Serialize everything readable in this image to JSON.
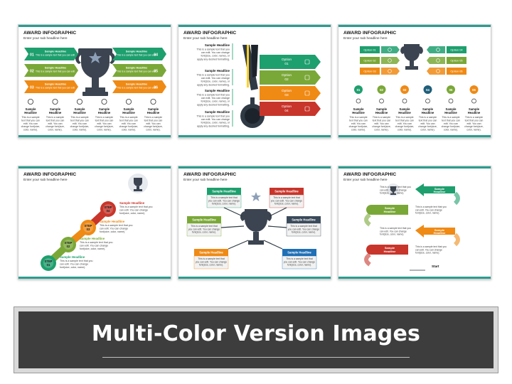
{
  "slides": [
    {
      "title": "AWARD INFOGRAPHIC",
      "subtitle": "Enter your sub headline here",
      "options": [
        {
          "num": "01",
          "color": "#1e9f6e",
          "headline": "Sample Headline",
          "text": "This is a sample text that you can edit."
        },
        {
          "num": "02",
          "color": "#7aa838",
          "headline": "Sample Headline",
          "text": "This is a sample text that you can edit."
        },
        {
          "num": "03",
          "color": "#ef8a15",
          "headline": "Sample Headline",
          "text": "This is a sample text that you can edit."
        },
        {
          "num": "04",
          "color": "#1e9f6e",
          "headline": "Sample Headline",
          "text": "This is a sample text that you can edit."
        },
        {
          "num": "05",
          "color": "#7aa838",
          "headline": "Sample Headline",
          "text": "This is a sample text that you can edit."
        },
        {
          "num": "06",
          "color": "#ef8a15",
          "headline": "Sample Headline",
          "text": "This is a sample text that you can edit."
        }
      ],
      "bottom": {
        "headline": "Sample Headline",
        "lines": [
          "This is a sample",
          "text that you can",
          "edit. You can",
          "change font(size,",
          "color, name)."
        ]
      }
    },
    {
      "title": "AWARD INFOGRAPHIC",
      "subtitle": "Enter your sub headline here",
      "blocks": [
        {
          "headline": "Sample Headline",
          "lines": [
            "This is a sample text that you",
            "can edit. You can change",
            "font(size, color, name), or",
            "apply any desired formatting."
          ]
        },
        {
          "headline": "Sample Headline",
          "lines": [
            "This is a sample text that you",
            "can edit. You can change",
            "font(size, color, name), or",
            "apply any desired formatting."
          ]
        },
        {
          "headline": "Sample Headline",
          "lines": [
            "This is a sample text that you",
            "can edit. You can change",
            "font(size, color, name), or",
            "apply any desired formatting."
          ]
        },
        {
          "headline": "Sample Headline",
          "lines": [
            "This is a sample text that you",
            "can edit. You can change",
            "font(size, color, name), or",
            "apply any desired formatting."
          ]
        }
      ],
      "options": [
        {
          "label": "Option",
          "num": "01",
          "color": "#1e9f6e"
        },
        {
          "label": "Option",
          "num": "02",
          "color": "#7aa838"
        },
        {
          "label": "Option",
          "num": "03",
          "color": "#ef8a15"
        },
        {
          "label": "Option",
          "num": "04",
          "color": "#c8352b"
        }
      ]
    },
    {
      "title": "AWARD INFOGRAPHIC",
      "subtitle": "Enter your sub headline here",
      "options": [
        "Option 01",
        "Option 02",
        "Option 03",
        "Option 04",
        "Option 05",
        "Option 06"
      ],
      "colors": [
        "#1e9f6e",
        "#7aa838",
        "#ef8a15",
        "#1e9f6e",
        "#7aa838",
        "#ef8a15"
      ],
      "numbers": [
        "01",
        "02",
        "03",
        "04",
        "05",
        "06"
      ],
      "circle_colors": [
        "#1e9f6e",
        "#7aa838",
        "#ef8a15",
        "#1f5f7a",
        "#7aa838",
        "#ef8a15"
      ],
      "bottom": {
        "headline": "Sample Headline",
        "lines": [
          "This is a sample",
          "text that you can",
          "edit. You can",
          "change font(size,",
          "color, name)."
        ]
      }
    },
    {
      "title": "AWARD INFOGRAPHIC",
      "subtitle": "Enter your sub headline here",
      "steps": [
        {
          "label": "STEP",
          "num": "01",
          "color": "#1e9f6e"
        },
        {
          "label": "STEP",
          "num": "02",
          "color": "#7aa838"
        },
        {
          "label": "STEP",
          "num": "03",
          "color": "#ef8a15"
        },
        {
          "label": "STEP",
          "num": "04",
          "color": "#c8352b"
        }
      ],
      "headline": "Sample Headline",
      "lines": [
        "This is a sample text that you",
        "can edit. You can change",
        "font(size, color, name)."
      ],
      "text_colors": [
        "#1e9f6e",
        "#7aa838",
        "#ef8a15",
        "#c8352b"
      ]
    },
    {
      "title": "AWARD INFOGRAPHIC",
      "subtitle": "Enter your sub headline here",
      "boxes": [
        {
          "color": "#1e9f6e"
        },
        {
          "color": "#c8352b"
        },
        {
          "color": "#7aa838"
        },
        {
          "color": "#3b4a5a"
        },
        {
          "color": "#ef8a15"
        },
        {
          "color": "#1f6fb5"
        }
      ],
      "headline": "Sample Headline",
      "lines": [
        "This is a sample text that",
        "you can edit. You can change",
        "font(size, color, name)."
      ]
    },
    {
      "title": "AWARD INFOGRAPHIC",
      "subtitle": "Enter your sub headline here",
      "ribbons": [
        {
          "color": "#1e9f6e"
        },
        {
          "color": "#7aa838"
        },
        {
          "color": "#ef8a15"
        },
        {
          "color": "#c8352b"
        }
      ],
      "headline": "Sample Headline",
      "lines": [
        "This is a sample text that you",
        "can edit. You can change",
        "font(size, color, name)."
      ],
      "start": "Start"
    }
  ],
  "banner": {
    "title": "Multi-Color Version Images"
  }
}
